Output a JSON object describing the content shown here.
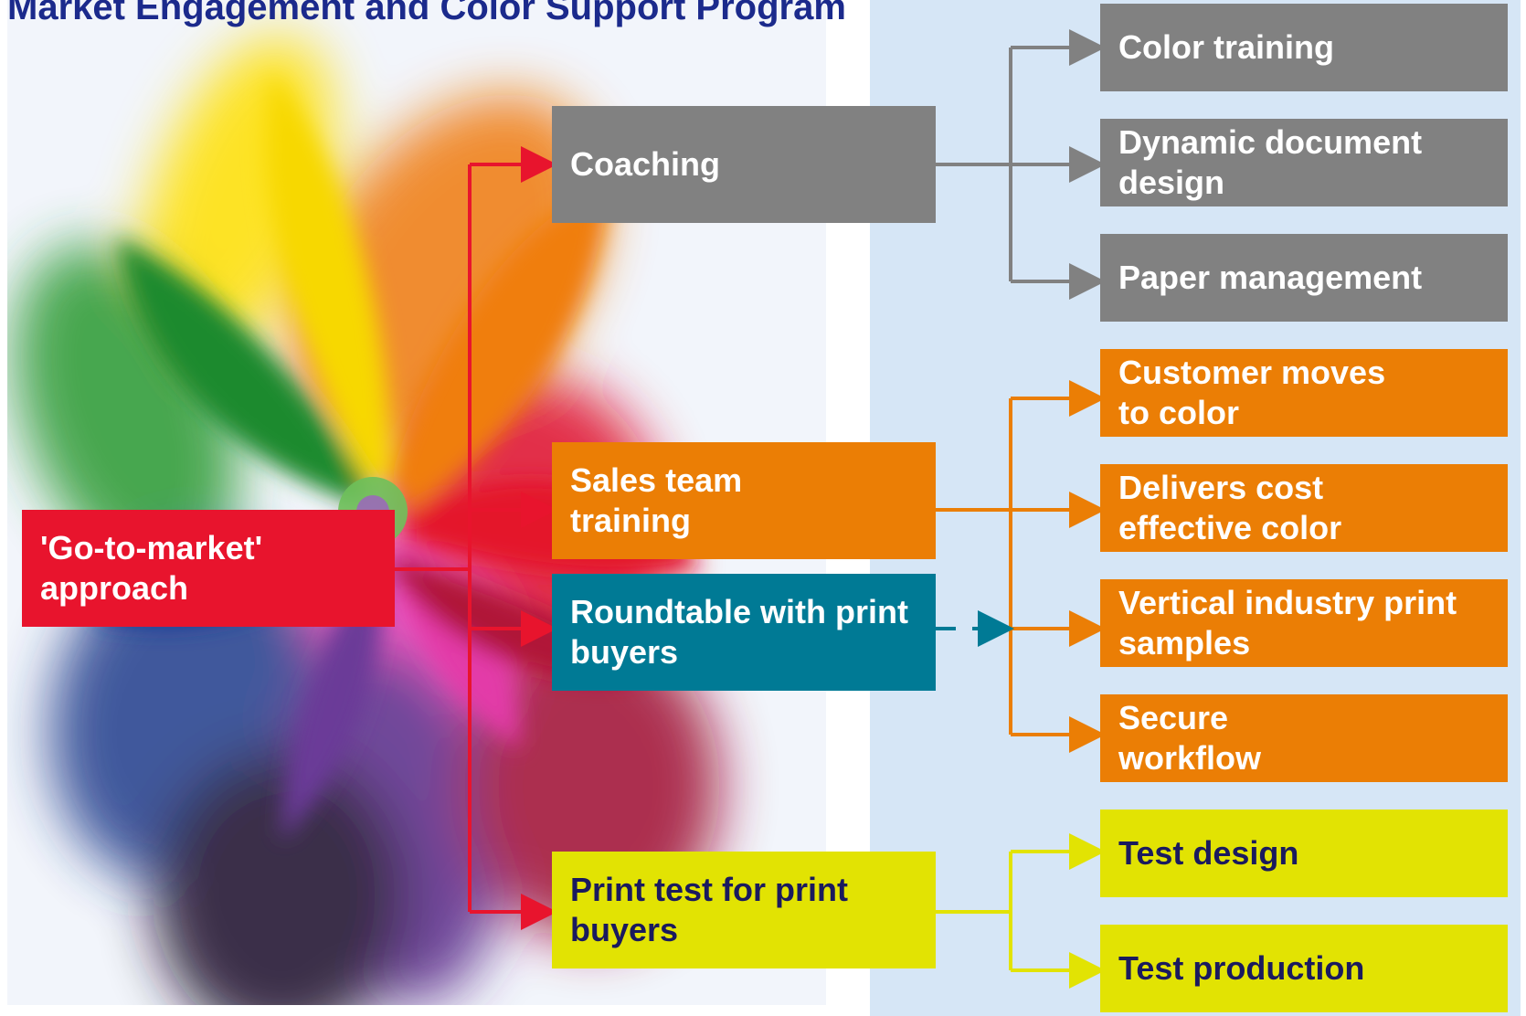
{
  "title": "Market Engagement and Color Support Program",
  "root": {
    "label": "'Go-to-market'\napproach",
    "color": "#e8142d"
  },
  "middle": [
    {
      "id": "coaching",
      "label": "Coaching",
      "color": "#818181"
    },
    {
      "id": "sales",
      "label": "Sales team\ntraining",
      "color": "#eb7e05"
    },
    {
      "id": "roundtable",
      "label": "Roundtable with print\nbuyers",
      "color": "#007a95"
    },
    {
      "id": "printtest",
      "label": "Print test for print\nbuyers",
      "color": "#e2e303"
    }
  ],
  "leaves": [
    {
      "id": "color-training",
      "label": "Color training",
      "group": "coaching"
    },
    {
      "id": "dynamic-doc",
      "label": "Dynamic document\ndesign",
      "group": "coaching"
    },
    {
      "id": "paper-mgmt",
      "label": "Paper management",
      "group": "coaching"
    },
    {
      "id": "customer-moves",
      "label": "Customer moves\nto color",
      "group": "sales"
    },
    {
      "id": "delivers-cost",
      "label": "Delivers cost\neffective color",
      "group": "sales"
    },
    {
      "id": "vertical-industry",
      "label": "Vertical industry print\nsamples",
      "group": "sales"
    },
    {
      "id": "secure-workflow",
      "label": "Secure\nworkflow",
      "group": "sales"
    },
    {
      "id": "test-design",
      "label": "Test design",
      "group": "printtest"
    },
    {
      "id": "test-production",
      "label": "Test production",
      "group": "printtest"
    }
  ],
  "colors": {
    "coaching": "#818181",
    "sales": "#eb7e05",
    "roundtable": "#007a95",
    "printtest": "#e2e303",
    "root": "#e8142d",
    "title": "#1b2a8c",
    "background_panel": "#d6e6f6"
  }
}
